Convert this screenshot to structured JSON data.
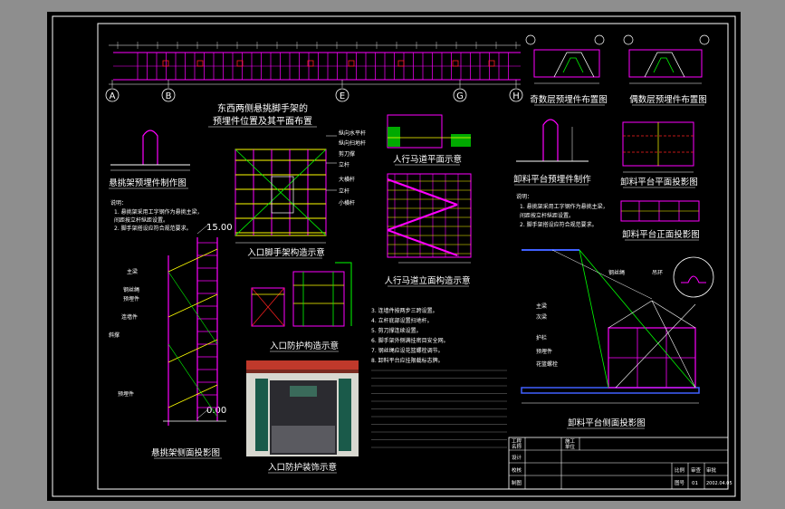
{
  "colors": {
    "background": "#8e8e8e",
    "sheet": "#000000",
    "frame": "#ffffff",
    "magenta": "#ff00ff",
    "yellow": "#ffff00",
    "green": "#00ff00",
    "cyan": "#00ffff",
    "red": "#ff2020",
    "blue": "#4060ff",
    "white": "#ffffff"
  },
  "titles": {
    "main_plan_1": "东西两侧悬挑脚手架的",
    "main_plan_2": "预埋件位置及其平面布置",
    "odd_floor": "奇数层预埋件布置图",
    "even_floor": "偶数层预埋件布置图",
    "embed_cut": "悬挑架预埋件制作图",
    "scaffold_detail": "入口脚手架构造示意",
    "walkway_plan": "人行马道平面示意",
    "walkway_elev": "人行马道立面构造示意",
    "protection_detail": "入口防护构造示意",
    "protection_decor": "入口防护装饰示意",
    "cantilever_section": "悬挑架侧面投影图",
    "platform_embed": "卸料平台预埋件制作",
    "platform_plan": "卸料平台平面投影图",
    "platform_front": "卸料平台正面投影图",
    "platform_side": "卸料平台侧面投影图"
  },
  "axes": [
    "A",
    "B",
    "E",
    "G",
    "H"
  ],
  "elevations": {
    "top": "15.00",
    "bottom": "0.00"
  },
  "scaffold_labels": [
    "纵向水平杆",
    "纵向扫地杆",
    "剪刀撑",
    "立杆",
    "大横杆",
    "立杆",
    "小横杆"
  ],
  "cantilever_labels": [
    "主梁",
    "钢丝绳",
    "预埋件",
    "连墙件",
    "斜撑",
    "预埋件"
  ],
  "notes": [
    "说明：",
    "1. 悬挑架采用工字钢作为悬挑主梁，",
    "   间距按立杆纵距设置。",
    "2. 脚手架搭设应符合规范要求。",
    "3. 连墙件按两步三跨设置。",
    "4. 立杆底部设置扫地杆。",
    "5. 剪刀撑连续设置。",
    "6. 脚手架外侧满挂密目安全网。",
    "7. 钢丝绳应设花篮螺栓调节。",
    "8. 卸料平台应挂限载标志牌。"
  ],
  "platform_labels": [
    "钢丝绳",
    "吊环",
    "主梁",
    "次梁",
    "护栏",
    "预埋件",
    "花篮螺栓"
  ],
  "title_block": {
    "label_project": "工程",
    "label_name": "名称",
    "label_company": "施工",
    "label_unit": "单位",
    "label_design": "设计",
    "label_check": "校核",
    "label_draw": "制图",
    "label_approve": "审批",
    "label_drawing_no": "图号",
    "drawing_no": "01",
    "label_date": "日期",
    "date": "2002.04.05",
    "label_ratio": "比例",
    "label_review": "审查"
  }
}
